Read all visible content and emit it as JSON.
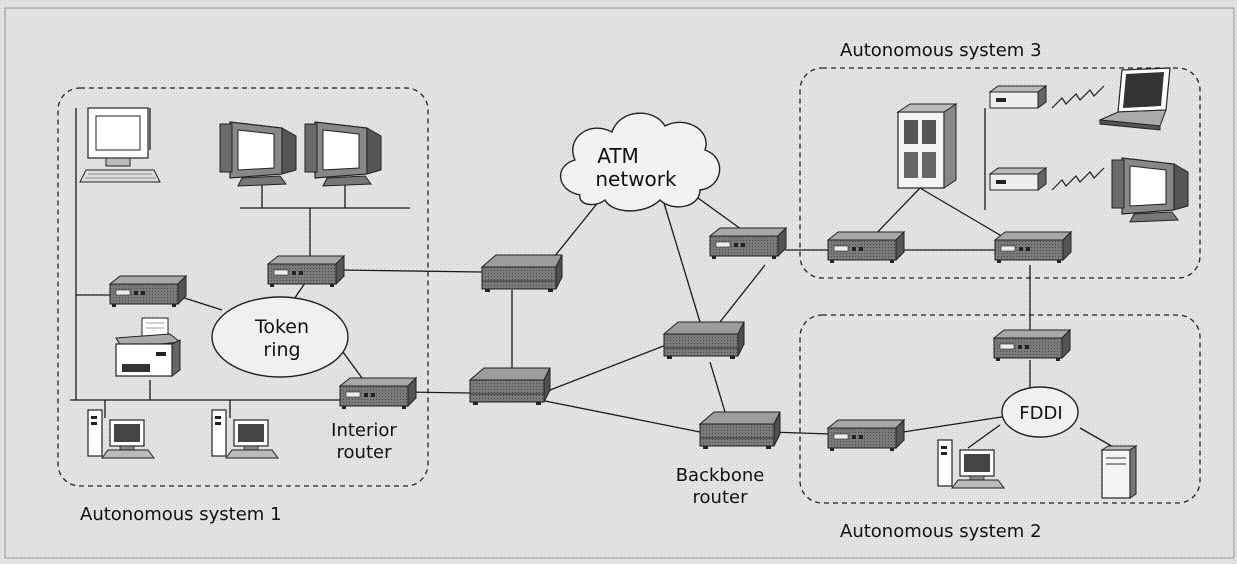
{
  "labels": {
    "as1": "Autonomous system 1",
    "as2": "Autonomous system 2",
    "as3": "Autonomous system 3",
    "atm_line1": "ATM",
    "atm_line2": "network",
    "token_line1": "Token",
    "token_line2": "ring",
    "fddi": "FDDI",
    "interior_line1": "Interior",
    "interior_line2": "router",
    "backbone_line1": "Backbone",
    "backbone_line2": "router"
  },
  "colors": {
    "background": "#e3e3e3",
    "line": "#1a1a1a",
    "device_fill": "#6e6e6e",
    "device_top": "#9a9a9a"
  }
}
